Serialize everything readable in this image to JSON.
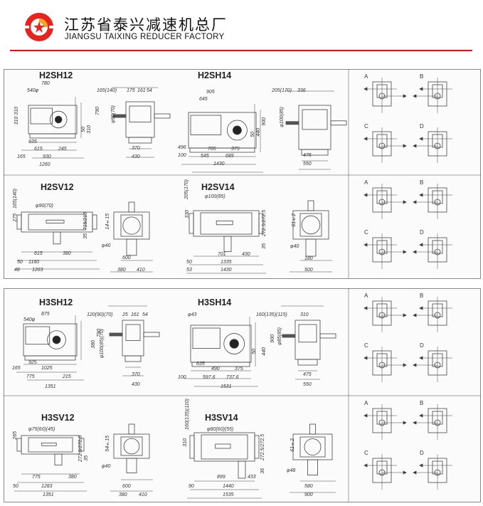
{
  "header": {
    "title_cn": "江苏省泰兴减速机总厂",
    "title_en": "JIANGSU TAIXING REDUCER FACTORY",
    "accent_color": "#e31010"
  },
  "rows": [
    {
      "models": [
        "H2SH12",
        "H2SH14"
      ],
      "dims": [
        "780",
        "540φ",
        "310 310",
        "790",
        "50",
        "310",
        "935",
        "615",
        "245",
        "165",
        "930",
        "1260",
        "165(140)",
        "175",
        "161",
        "54",
        "φ90(70)",
        "370",
        "430",
        "905",
        "645",
        "900",
        "440",
        "50",
        "496",
        "705",
        "375",
        "100",
        "545",
        "685",
        "1430",
        "205(170)",
        "336",
        "φ100(85)",
        "475",
        "550"
      ]
    },
    {
      "models": [
        "H2SV12",
        "H2SV14"
      ],
      "dims": [
        "165(140)",
        "φ90(70)",
        "275",
        "715/215",
        "35",
        "615",
        "380",
        "50",
        "1160",
        "48",
        "1263",
        "14±15",
        "φ40",
        "600",
        "380",
        "410",
        "205(170)",
        "φ100(85)",
        "330",
        "272.5/272.5",
        "35",
        "701",
        "430",
        "50",
        "1335",
        "53",
        "1430",
        "61±2",
        "φ40",
        "180",
        "500"
      ]
    },
    {
      "models": [
        "H3SH12",
        "H3SH14"
      ],
      "dims": [
        "875",
        "540φ",
        "380",
        "790",
        "925",
        "165",
        "1025",
        "775",
        "215",
        "1351",
        "120(90)(70)",
        "25",
        "161",
        "54",
        "φ100(85)(70)",
        "370",
        "430",
        "φ43",
        "900",
        "50",
        "440",
        "635",
        "490",
        "375",
        "100",
        "597.6",
        "737.6",
        "1531",
        "160(135)(115)",
        "310",
        "φ85(85)",
        "475",
        "550"
      ]
    },
    {
      "models": [
        "H3SV12",
        "H3SV14"
      ],
      "dims": [
        "φ75(60)(45)",
        "265",
        "272.5/272.5",
        "35",
        "775",
        "380",
        "50",
        "1283",
        "1351",
        "54±15",
        "φ40",
        "600",
        "380",
        "410",
        "310",
        "160(135)(110)",
        "φ80(60)(55)",
        "272.5/272.5",
        "36",
        "899",
        "433",
        "90",
        "1440",
        "1535",
        "61±2",
        "φ48",
        "580",
        "900"
      ]
    }
  ],
  "mounting": {
    "letters": [
      "A",
      "B",
      "C",
      "D"
    ]
  }
}
